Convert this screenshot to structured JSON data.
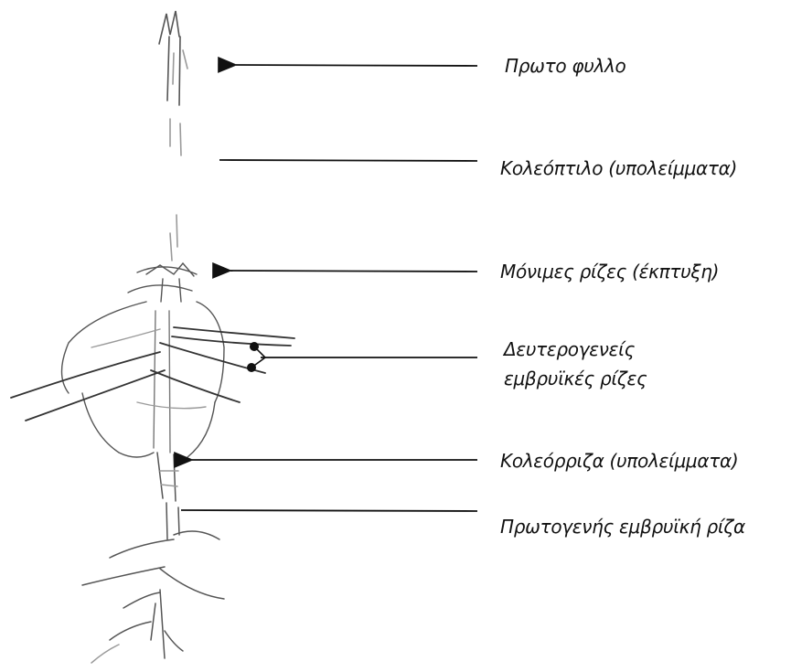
{
  "labels": {
    "first_leaf": "Πρωτο φυλλο",
    "coleoptile": "Κολεόπτιλο (υπολείμματα)",
    "permanent_roots": "Μόνιμες ρίζες (έκπτυξη)",
    "secondary_roots_line1": "Δευτερογενείς",
    "secondary_roots_line2": "εμβρυϊκές ρίζες",
    "coleorhiza": "Κολεόρριζα (υπολείμματα)",
    "primary_root": "Πρωτογενής εμβρυϊκή ρίζα"
  },
  "colors": {
    "ink": "#111111",
    "sketch": "#555555",
    "sketch_light": "#9a9a9a"
  }
}
